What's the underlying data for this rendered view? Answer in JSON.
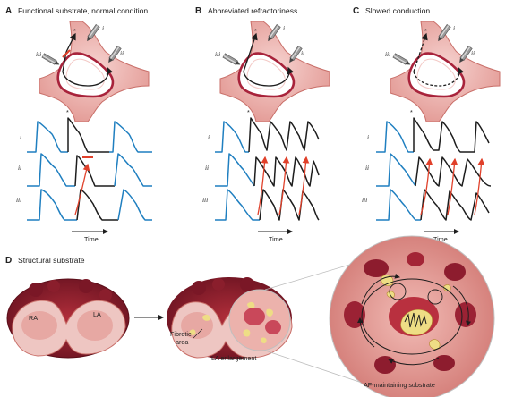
{
  "panels": {
    "a": {
      "letter": "A",
      "title": "Functional substrate, normal condition"
    },
    "b": {
      "letter": "B",
      "title": "Abbreviated refractoriness"
    },
    "c": {
      "letter": "C",
      "title": "Slowed conduction"
    },
    "d": {
      "letter": "D",
      "title": "Structural substrate"
    }
  },
  "electrodes": [
    "i",
    "ii",
    "iii"
  ],
  "star": "*",
  "time_label": "Time",
  "heart": {
    "ra": "RA",
    "la": "LA",
    "fibrotic_area_line1": "Fibrotic",
    "fibrotic_area_line2": "area",
    "la_enlargement": "LA enlargement",
    "af_substrate": "AF-maintaining substrate"
  },
  "colors": {
    "tissue": "#e9a9a4",
    "tissue_dark": "#c9605c",
    "wall": "#a8233b",
    "blue_trace": "#1f7fc0",
    "black_trace": "#1d1d1d",
    "red_arrow": "#e0402a",
    "fibrosis": "#eedd85",
    "background": "#ffffff"
  },
  "icons": [
    "electrode-icon",
    "wavefront-arrow-icon"
  ]
}
